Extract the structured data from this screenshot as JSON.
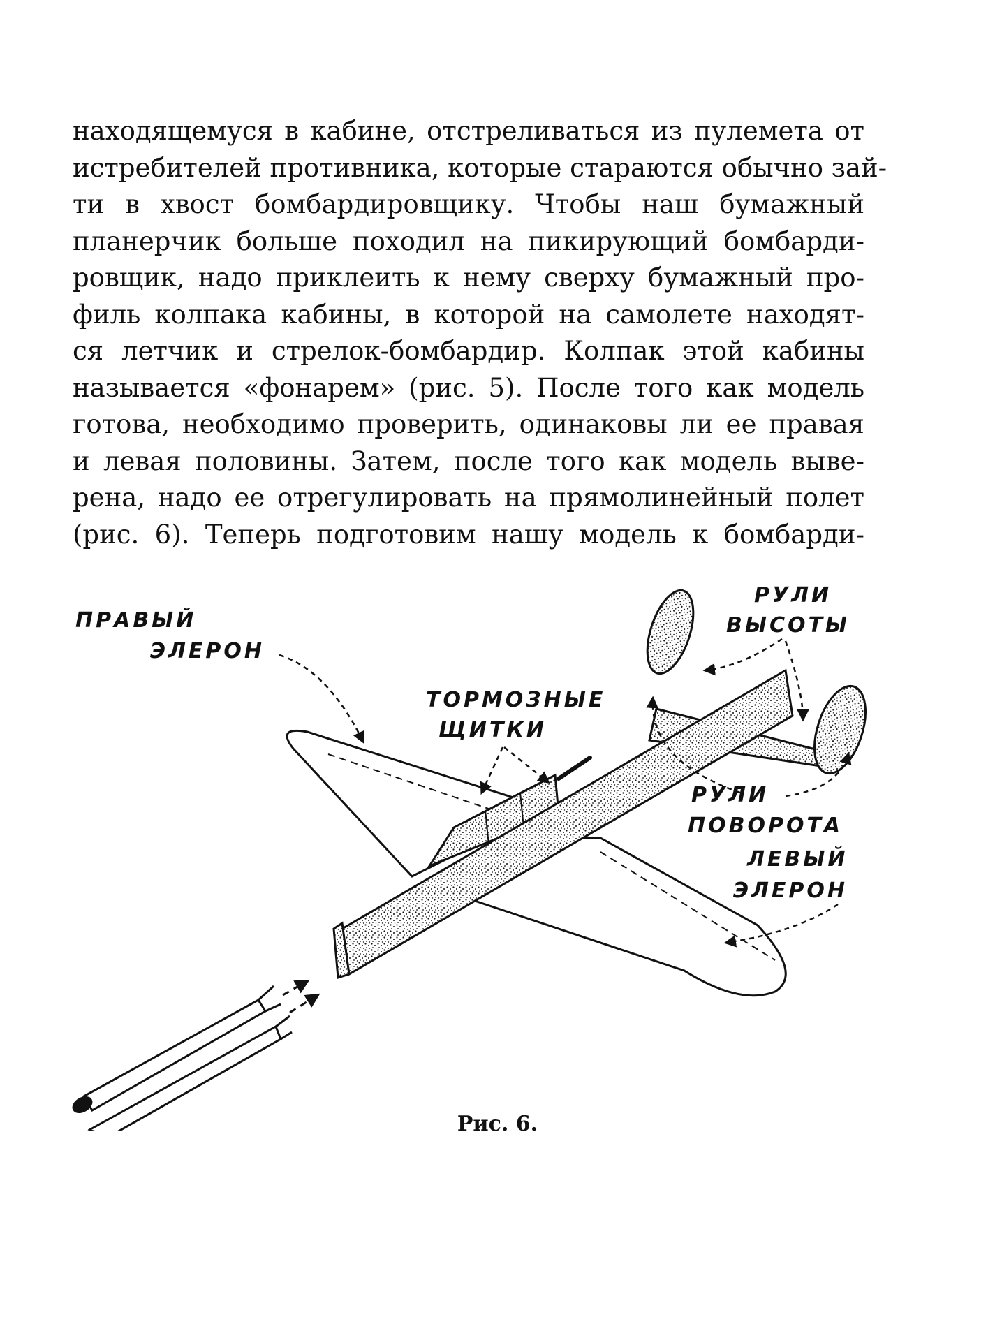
{
  "text": {
    "lines": [
      "находящемуся в кабине, отстреливаться из пулемета от",
      "истребителей противника, которые стараются обычно зай-",
      "ти в хвост бомбардировщику. Чтобы наш бумажный",
      "планерчик больше походил на пикирующий бомбарди-",
      "ровщик, надо приклеить к нему сверху бумажный про-",
      "филь колпака кабины, в которой на самолете находят-",
      "ся летчик и стрелок-бомбардир. Колпак этой кабины",
      "называется «фонарем» (рис. 5). После того как модель",
      "готова, необходимо проверить, одинаковы ли ее правая",
      "и левая половины. Затем, после того как модель выве-",
      "рена, надо ее отрегулировать на прямолинейный полет",
      "(рис. 6). Теперь подготовим нашу модель к бомбарди-"
    ]
  },
  "figure": {
    "labels": {
      "right_aileron": [
        "ПРАВЫЙ",
        "ЭЛЕРОН"
      ],
      "brake_flaps": [
        "ТОРМОЗНЫЕ",
        "ЩИТКИ"
      ],
      "elevators": [
        "РУЛИ",
        "ВЫСОТЫ"
      ],
      "rudders": [
        "РУЛИ",
        "ПОВОРОТА"
      ],
      "left_aileron": [
        "ЛЕВЫЙ",
        "ЭЛЕРОН"
      ]
    },
    "caption": "Рис. 6."
  }
}
